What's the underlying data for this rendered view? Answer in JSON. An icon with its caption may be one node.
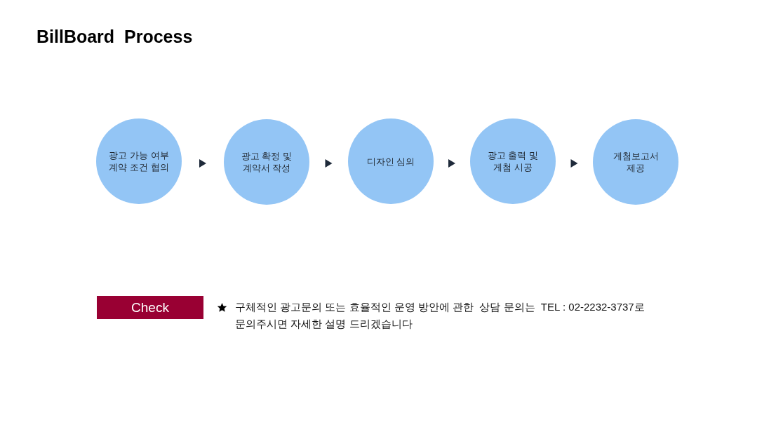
{
  "diagram": {
    "title": "BillBoard  Process",
    "nodes": [
      {
        "text": [
          "광고 가능 여부 계약 조건 협의"
        ]
      },
      {
        "text": [
          "광고 확정 및 계약서 작성"
        ]
      },
      {
        "text": [
          "디자인 심의"
        ]
      },
      {
        "text": [
          "광고 출력 및 게첨 시공"
        ]
      },
      {
        "text": [
          "게첨보고서 제공"
        ]
      },
      {
        "text": [
          "Check"
        ]
      }
    ],
    "edges": [
      {
        "from": 0,
        "to": 1,
        "arrow": "to"
      },
      {
        "from": 1,
        "to": 2,
        "arrow": "to"
      },
      {
        "from": 2,
        "to": 3,
        "arrow": "to"
      },
      {
        "from": 3,
        "to": 4,
        "arrow": "to"
      }
    ],
    "labels": [
      "구체적인 광고문의 또는 효율적인 운영 방안에 관한  상담 문의는  TEL : 02-2232-3737로 문의주시면 자세한 설명 드리겠습니다"
    ]
  }
}
